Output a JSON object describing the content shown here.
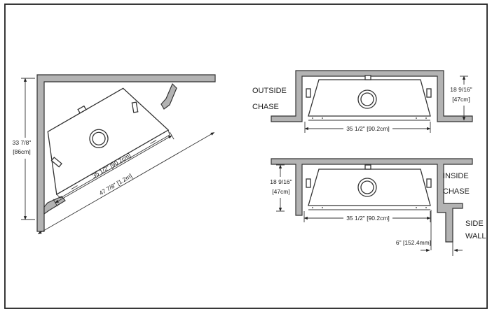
{
  "corner": {
    "width_dim": "35 1/2\" [90.2cm]",
    "diagonal_dim": "47 7/8\" [1.2m]",
    "height_dim_1": "33 7/8\"",
    "height_dim_2": "[86cm]"
  },
  "outside": {
    "label_1": "OUTSIDE",
    "label_2": "CHASE",
    "width_dim": "35 1/2\" [90.2cm]",
    "depth_dim_1": "18 9/16\"",
    "depth_dim_2": "[47cm]"
  },
  "inside": {
    "label_1": "INSIDE",
    "label_2": "CHASE",
    "width_dim": "35 1/2\" [90.2cm]",
    "depth_dim_1": "18 9/16\"",
    "depth_dim_2": "[47cm]",
    "side_label_1": "SIDE",
    "side_label_2": "WALL",
    "side_dim": "6\" [152.4mm]"
  }
}
